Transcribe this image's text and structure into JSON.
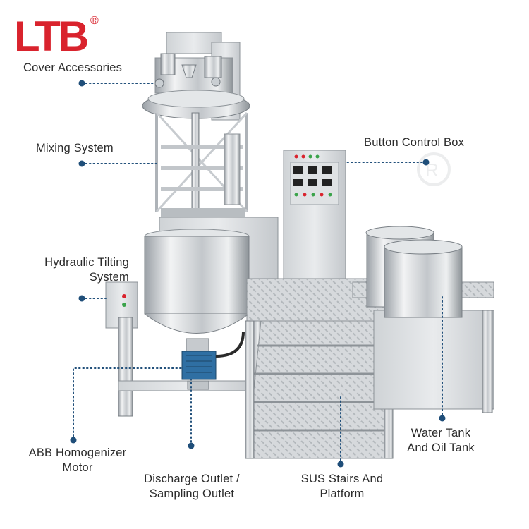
{
  "brand": {
    "logo_text": "LTB",
    "registered_mark": "®",
    "color": "#d9232d"
  },
  "callouts": {
    "cover_accessories": "Cover Accessories",
    "mixing_system": "Mixing System",
    "button_control_box": "Button Control Box",
    "hydraulic_tilting_line1": "Hydraulic Tilting",
    "hydraulic_tilting_line2": "System",
    "abb_homogenizer_line1": "ABB Homogenizer",
    "abb_homogenizer_line2": "Motor",
    "discharge_line1": "Discharge Outlet /",
    "discharge_line2": "Sampling Outlet",
    "sus_stairs_line1": "SUS Stairs And",
    "sus_stairs_line2": "Platform",
    "water_oil_line1": "Water Tank",
    "water_oil_line2": "And Oil Tank"
  },
  "colors": {
    "leader": "#1f4e79",
    "steel_light": "#e6e8ea",
    "steel_mid": "#b9bec3",
    "steel_dark": "#80868c",
    "motor_blue": "#2f6fa3"
  },
  "icons": [
    "registered-mark-icon",
    "watermark-icon",
    "callout-dot-icon"
  ]
}
